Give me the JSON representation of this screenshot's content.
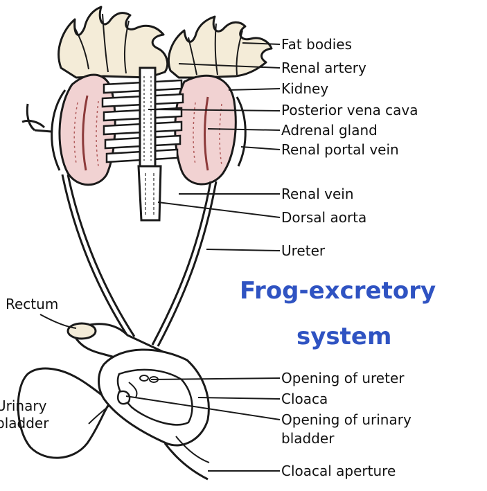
{
  "title": {
    "line1": "Frog-excretory",
    "line2": "system"
  },
  "labels": {
    "fat_bodies": "Fat bodies",
    "renal_artery": "Renal artery",
    "kidney": "Kidney",
    "posterior_vena_cava": "Posterior vena cava",
    "adrenal_gland": "Adrenal gland",
    "renal_portal_vein": "Renal portal vein",
    "renal_vein": "Renal vein",
    "dorsal_aorta": "Dorsal aorta",
    "ureter": "Ureter",
    "rectum": "Rectum",
    "urinary_bladder_1": "Urinary",
    "urinary_bladder_2": "bladder",
    "opening_of_ureter": "Opening of ureter",
    "cloaca": "Cloaca",
    "opening_of_urinary_bladder_1": "Opening of urinary",
    "opening_of_urinary_bladder_2": "bladder",
    "cloacal_aperture": "Cloacal aperture"
  },
  "colors": {
    "title": "#2f53c2",
    "kidney_fill": "#f1d2d2",
    "outline": "#1a1a1a",
    "fat_body_fill": "#f4ecd8"
  }
}
